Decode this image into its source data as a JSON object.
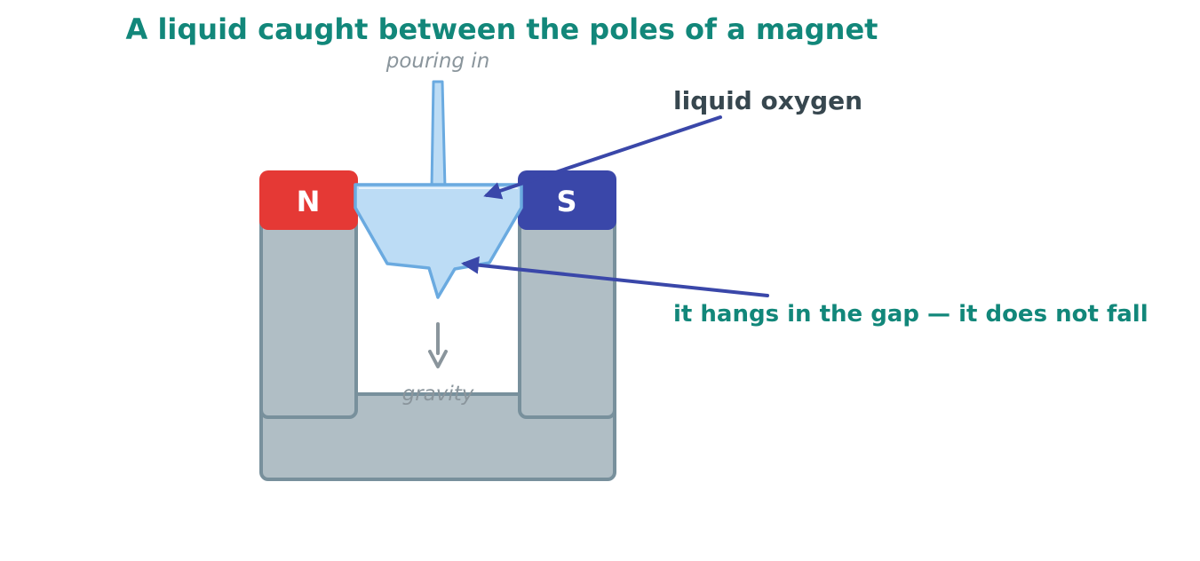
{
  "title": "A liquid caught between the poles of a magnet",
  "labels": {
    "pouring": "pouring in",
    "liquid": "liquid oxygen",
    "hangs": "it hangs in the gap — it does not fall",
    "gravity": "gravity",
    "north": "N",
    "south": "S"
  },
  "colors": {
    "title": "#12877a",
    "dark_text": "#37474f",
    "grey_text": "#8a959c",
    "magnet_body": "#b0bec5",
    "magnet_stroke": "#78909c",
    "north_pole": "#e53935",
    "south_pole": "#3a47a9",
    "liquid_fill": "#bcdcf5",
    "liquid_stroke": "#6aaae0",
    "arrow": "#3a47a9",
    "gravity_arrow": "#8a959c"
  }
}
